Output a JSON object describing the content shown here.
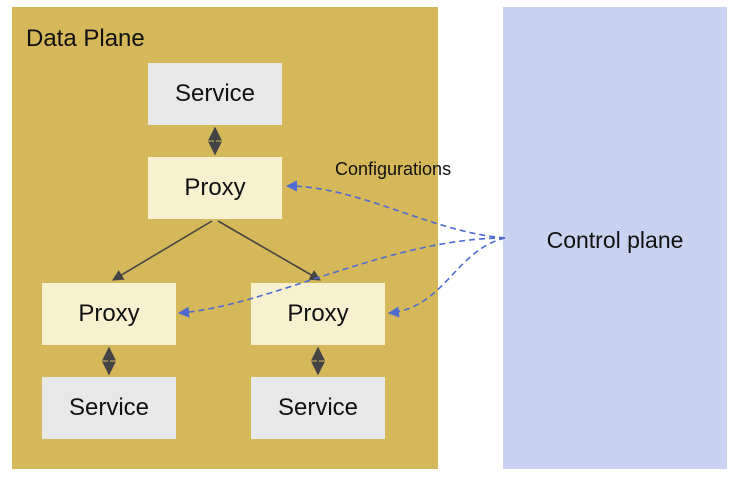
{
  "data_plane": {
    "title": "Data Plane",
    "service_label": "Service",
    "proxy_label": "Proxy"
  },
  "control_plane": {
    "label": "Control plane"
  },
  "annotation": {
    "configurations": "Configurations"
  },
  "colors": {
    "data_plane_bg": "#d4b85a",
    "control_plane_bg": "#c9d3f1",
    "service_bg": "#e8e8e8",
    "proxy_bg": "#f8f1d0",
    "config_arrow": "#4f6bd0",
    "solid_arrow": "#444444"
  }
}
